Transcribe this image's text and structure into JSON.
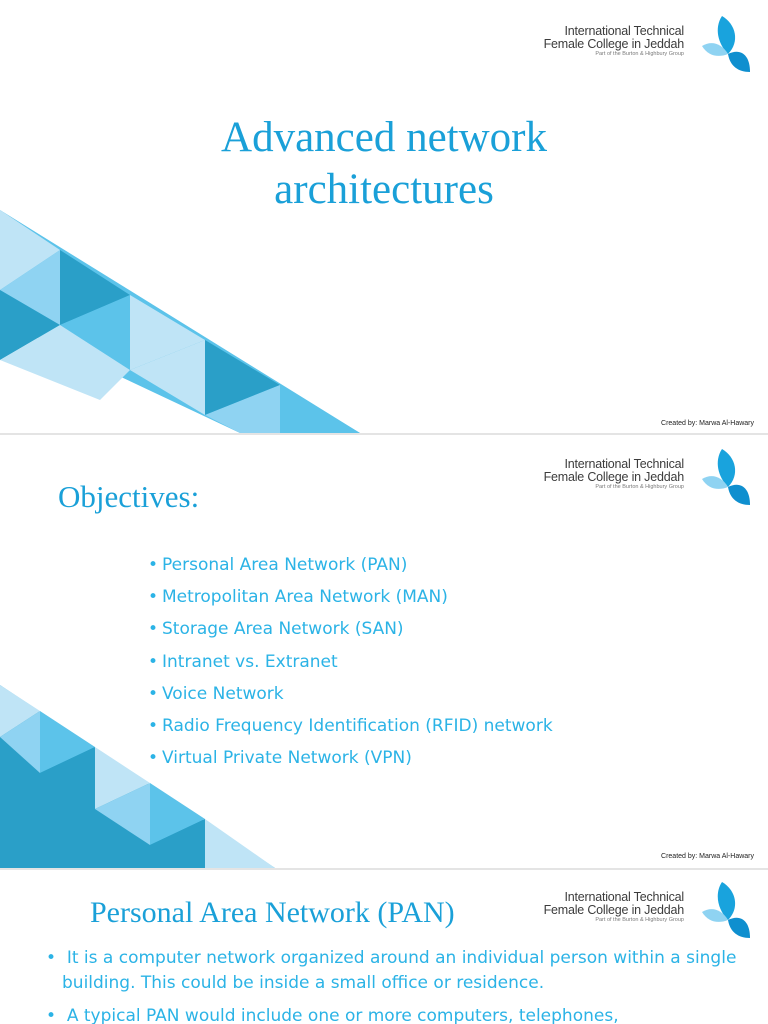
{
  "logo": {
    "line1": "International Technical",
    "line2": "Female College in Jeddah",
    "tagline": "Part of the Burton & Highbury Group"
  },
  "credit": "Created by: Marwa Al-Hawary",
  "slide1": {
    "title_line1": "Advanced network",
    "title_line2": "architectures"
  },
  "slide2": {
    "title": "Objectives:",
    "bullets": [
      "Personal Area Network (PAN)",
      "Metropolitan Area Network (MAN)",
      "Storage Area Network (SAN)",
      "Intranet vs. Extranet",
      "Voice Network",
      "Radio Frequency Identification (RFID) network",
      "Virtual Private Network (VPN)"
    ]
  },
  "slide3": {
    "title": "Personal Area Network (PAN)",
    "bullets": [
      "It is a computer network organized around an individual person within a single building. This could be inside a small office or residence.",
      "A typical PAN would include one or more computers, telephones,"
    ]
  },
  "colors": {
    "accent": "#1aa0d8",
    "text_blue": "#2bb3e6",
    "band_dark": "#2a9fc8",
    "band_mid": "#5cc3ea",
    "band_light": "#bfe4f6"
  }
}
